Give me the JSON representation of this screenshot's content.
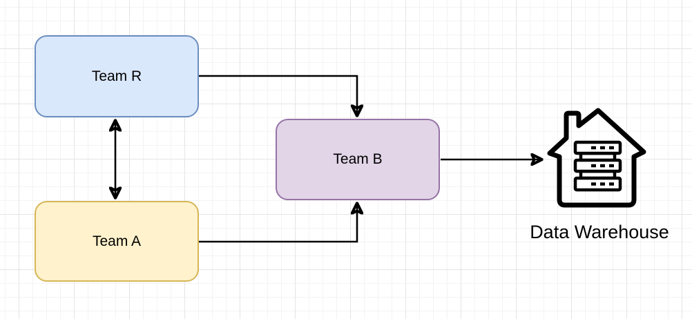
{
  "canvas": {
    "background": "#ffffff",
    "grid_minor_color": "#f3f3f3",
    "grid_major_color": "#e4e4e4"
  },
  "diagram": {
    "nodes": [
      {
        "id": "team-r",
        "label": "Team R",
        "shape": "rounded-rectangle",
        "fill": "#dae8fc",
        "border": "#6c8ebf"
      },
      {
        "id": "team-a",
        "label": "Team A",
        "shape": "rounded-rectangle",
        "fill": "#fff2cc",
        "border": "#d6b656"
      },
      {
        "id": "team-b",
        "label": "Team B",
        "shape": "rounded-rectangle",
        "fill": "#e1d5e7",
        "border": "#9673a6"
      },
      {
        "id": "data-warehouse",
        "label": "Data Warehouse",
        "shape": "icon",
        "icon": "house-with-server-stack-icon",
        "stroke": "#000000"
      }
    ],
    "edges": [
      {
        "id": "team-r-to-team-a",
        "from": "team-r",
        "to": "team-a",
        "direction": "bidirectional",
        "color": "#000000"
      },
      {
        "id": "team-r-to-team-b",
        "from": "team-r",
        "to": "team-b",
        "direction": "forward",
        "color": "#000000"
      },
      {
        "id": "team-a-to-team-b",
        "from": "team-a",
        "to": "team-b",
        "direction": "forward",
        "color": "#000000"
      },
      {
        "id": "team-b-to-data-warehouse",
        "from": "team-b",
        "to": "data-warehouse",
        "direction": "forward",
        "color": "#000000"
      }
    ]
  }
}
